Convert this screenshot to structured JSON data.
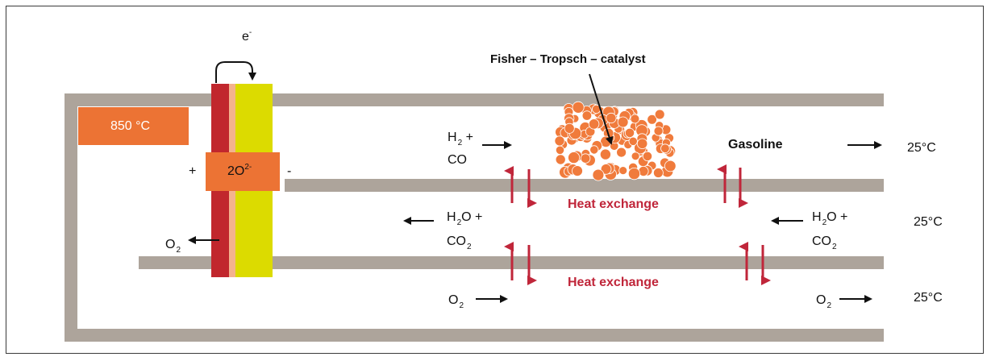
{
  "diagram": {
    "electron_label": "e",
    "electron_charge": "-",
    "temperature_box": "850 °C",
    "ion_label": "2O",
    "ion_charge": "2-",
    "plus_sign": "+",
    "minus_sign": "-",
    "catalyst_label": "Fisher – Tropsch – catalyst",
    "inlet_top": {
      "line1": "H",
      "line1_sub": "2",
      "line1_after": " +",
      "line2": "CO"
    },
    "product_label": "Gasoline",
    "outlet_temps": [
      "25°C",
      "25°C",
      "25°C"
    ],
    "heat_exchange_labels": [
      "Heat exchange",
      "Heat exchange"
    ],
    "return_left": {
      "line1": "H",
      "line1_sub": "2",
      "line1_after": "O +",
      "line2": "CO",
      "line2_sub": "2"
    },
    "return_right": {
      "line1": "H",
      "line1_sub": "2",
      "line1_after": "O +",
      "line2": "CO",
      "line2_sub": "2"
    },
    "o2_exit": {
      "text": "O",
      "sub": "2"
    },
    "o2_inlet_left": {
      "text": "O",
      "sub": "2"
    },
    "o2_inlet_right": {
      "text": "O",
      "sub": "2"
    },
    "colors": {
      "channel_wall": "#ada49b",
      "temp_box": "#ec7334",
      "anode_layer": "#c1272d",
      "interface_layer": "#f4b38e",
      "cathode_layer": "#dcdb00",
      "catalyst": "#f07b3c",
      "heat_arrow": "#c0263a"
    }
  }
}
